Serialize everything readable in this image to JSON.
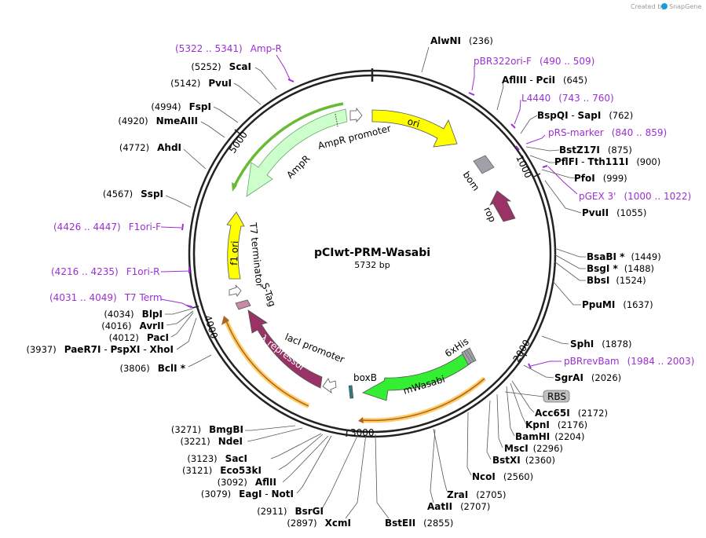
{
  "watermark": {
    "created_by": "Created by",
    "brand": "SnapGene"
  },
  "plasmid": {
    "name": "pCIwt-PRM-Wasabi",
    "size": "5732 bp"
  },
  "ticks": [
    "1000",
    "2000",
    "3000",
    "4000",
    "5000"
  ],
  "features": {
    "ori": "ori",
    "bom": "bom",
    "rop": "rop",
    "ampr": "AmpR",
    "ampr_promoter": "AmpR promoter",
    "f1_ori": "f1 ori",
    "t7_terminator": "T7 terminator",
    "s_tag": "S-Tag",
    "lambda_repressor": "λ repressor",
    "laci_promoter": "lacI promoter",
    "boxb": "boxB",
    "mwasabi": "mWasabi",
    "his": "6xHis",
    "rbs": "RBS"
  },
  "sites_right": [
    {
      "name": "AlwNI",
      "pos": "(236)"
    },
    {
      "name": "AflIII",
      "sep": " - ",
      "name2": "PciI",
      "pos": "(645)"
    },
    {
      "name": "BspQI",
      "sep": " - ",
      "name2": "SapI",
      "pos": "(762)"
    },
    {
      "name": "BstZ17I",
      "pos": "(875)"
    },
    {
      "name": "PflFI",
      "sep": " - ",
      "name2": "Tth111I",
      "pos": "(900)"
    },
    {
      "name": "PfoI",
      "pos": "(999)"
    },
    {
      "name": "PvuII",
      "pos": "(1055)"
    },
    {
      "name": "BsaBI *",
      "pos": "(1449)"
    },
    {
      "name": "BsgI *",
      "pos": "(1488)"
    },
    {
      "name": "BbsI",
      "pos": "(1524)"
    },
    {
      "name": "PpuMI",
      "pos": "(1637)"
    },
    {
      "name": "SphI",
      "pos": "(1878)"
    },
    {
      "name": "SgrAI",
      "pos": "(2026)"
    },
    {
      "name": "Acc65I",
      "pos": "(2172)"
    },
    {
      "name": "KpnI",
      "pos": "(2176)"
    },
    {
      "name": "BamHI",
      "pos": "(2204)"
    },
    {
      "name": "MscI",
      "pos": "(2296)"
    },
    {
      "name": "BstXI",
      "pos": "(2360)"
    },
    {
      "name": "NcoI",
      "pos": "(2560)"
    },
    {
      "name": "ZraI",
      "pos": "(2705)"
    },
    {
      "name": "AatII",
      "pos": "(2707)"
    },
    {
      "name": "BstEII",
      "pos": "(2855)"
    }
  ],
  "sites_left": [
    {
      "name": "XcmI",
      "pos": "(2897)"
    },
    {
      "name": "BsrGI",
      "pos": "(2911)"
    },
    {
      "name": "EagI",
      "sep": " - ",
      "name2": "NotI",
      "pos": "(3079)"
    },
    {
      "name": "AflII",
      "pos": "(3092)"
    },
    {
      "name": "Eco53kI",
      "pos": "(3121)"
    },
    {
      "name": "SacI",
      "pos": "(3123)"
    },
    {
      "name": "NdeI",
      "pos": "(3221)"
    },
    {
      "name": "BmgBI",
      "pos": "(3271)"
    },
    {
      "name": "BclI *",
      "pos": "(3806)"
    },
    {
      "name": "PaeR7I",
      "sep": " - ",
      "name2": "PspXI",
      "sep2": " - ",
      "name3": "XhoI",
      "pos": "(3937)"
    },
    {
      "name": "PacI",
      "pos": "(4012)"
    },
    {
      "name": "AvrII",
      "pos": "(4016)"
    },
    {
      "name": "BlpI",
      "pos": "(4034)"
    },
    {
      "name": "SspI",
      "pos": "(4567)"
    },
    {
      "name": "AhdI",
      "pos": "(4772)"
    },
    {
      "name": "NmeAIII",
      "pos": "(4920)"
    },
    {
      "name": "FspI",
      "pos": "(4994)"
    },
    {
      "name": "PvuI",
      "pos": "(5142)"
    },
    {
      "name": "ScaI",
      "pos": "(5252)"
    }
  ],
  "primers": [
    {
      "name": "pBR322ori-F",
      "range": "(490 .. 509)"
    },
    {
      "name": "L4440",
      "range": "(743 .. 760)"
    },
    {
      "name": "pRS-marker",
      "range": "(840 .. 859)"
    },
    {
      "name": "pGEX 3'",
      "range": "(1000 .. 1022)"
    },
    {
      "name": "pBRrevBam",
      "range": "(1984 .. 2003)"
    },
    {
      "name": "T7 Term",
      "range": "(4031 .. 4049)"
    },
    {
      "name": "F1ori-R",
      "range": "(4216 .. 4235)"
    },
    {
      "name": "F1ori-F",
      "range": "(4426 .. 4447)"
    },
    {
      "name": "Amp-R",
      "range": "(5322 .. 5341)"
    }
  ],
  "colors": {
    "ori": "#ffff00",
    "ampr": "#ccffcc",
    "ampr_outline": "#66aa66",
    "f1_ori": "#ffff00",
    "lambda_repressor": "#993366",
    "rop": "#993366",
    "mwasabi": "#33ee33",
    "bom": "#a0a0a8",
    "primer": "#9b30d0",
    "orf_orange": "#ffcc66",
    "orf_green": "#66bb33",
    "boxb": "#2e7c80",
    "s_tag": "#c88aa8"
  }
}
